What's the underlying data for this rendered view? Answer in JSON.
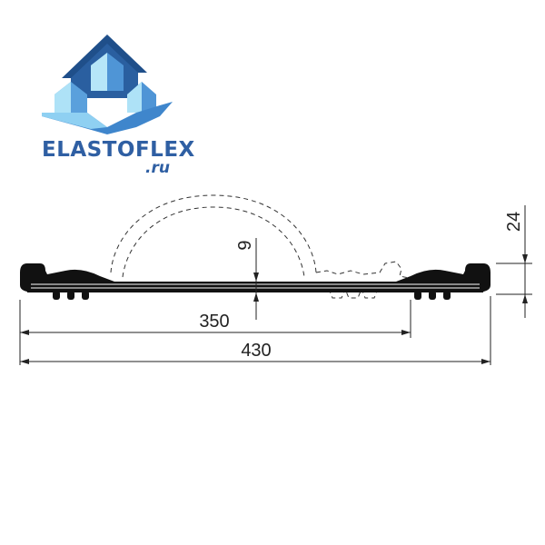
{
  "brand": {
    "name": "ELASTOFLEX",
    "domain": ".ru",
    "colors": {
      "primary": "#2f5fa3",
      "dark": "#1f4f8a",
      "light": "#5aa0dc",
      "pale": "#aee2f7"
    }
  },
  "drawing": {
    "dimensions": {
      "overall_width": "430",
      "bulb_width": "350",
      "height": "24",
      "center_thickness": "9"
    },
    "colors": {
      "profile": "#111111",
      "dimension": "#222222"
    }
  }
}
